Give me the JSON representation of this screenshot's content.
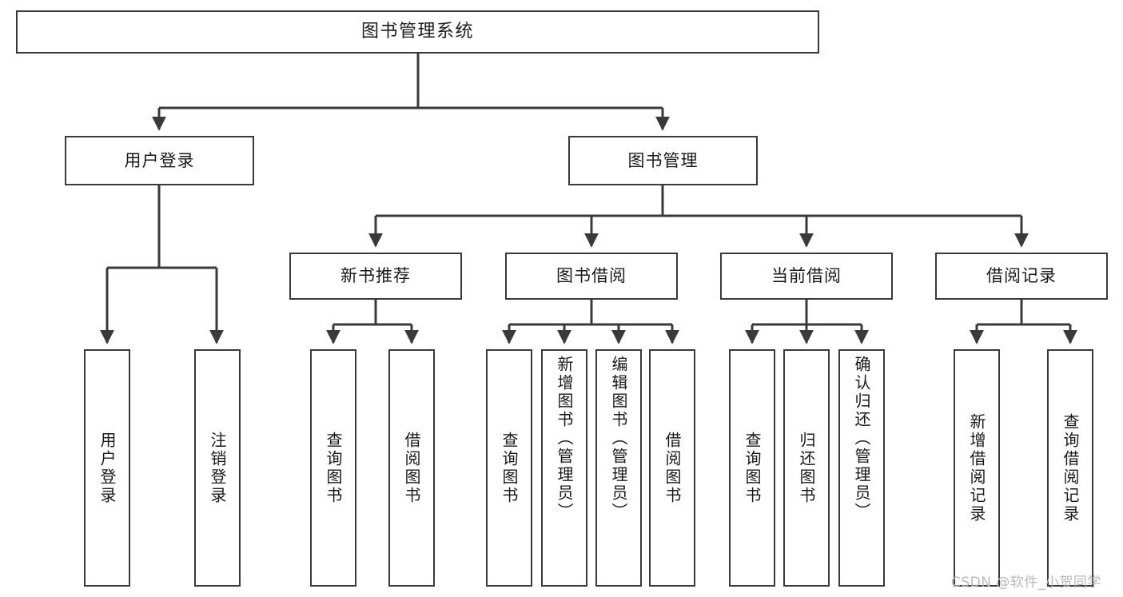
{
  "diagram": {
    "type": "tree-hierarchy-chart",
    "title": "图书管理系统",
    "line_color": "#3a3a3a",
    "box_fill": "#ffffff",
    "text_color": "#1a1a1a",
    "watermark": "CSDN @软件_小贺同学",
    "levels": [
      {
        "level": 1,
        "nodes": [
          {
            "id": "root",
            "label": "图书管理系统"
          }
        ]
      },
      {
        "level": 2,
        "nodes": [
          {
            "id": "login",
            "label": "用户登录",
            "parent": "root"
          },
          {
            "id": "bookmgmt",
            "label": "图书管理",
            "parent": "root"
          }
        ]
      },
      {
        "level": 3,
        "nodes": [
          {
            "id": "newbook",
            "label": "新书推荐",
            "parent": "bookmgmt"
          },
          {
            "id": "borrow",
            "label": "图书借阅",
            "parent": "bookmgmt"
          },
          {
            "id": "current",
            "label": "当前借阅",
            "parent": "bookmgmt"
          },
          {
            "id": "records",
            "label": "借阅记录",
            "parent": "bookmgmt"
          }
        ]
      },
      {
        "level": 4,
        "nodes": [
          {
            "id": "leaf1",
            "label": "用户登录",
            "parent": "login"
          },
          {
            "id": "leaf2",
            "label": "注销登录",
            "parent": "login"
          },
          {
            "id": "leaf3",
            "label": "查询图书",
            "parent": "newbook"
          },
          {
            "id": "leaf4",
            "label": "借阅图书",
            "parent": "newbook"
          },
          {
            "id": "leaf5",
            "label": "查询图书",
            "parent": "borrow"
          },
          {
            "id": "leaf6",
            "label": "新增图书（管理员）",
            "parent": "borrow"
          },
          {
            "id": "leaf7",
            "label": "编辑图书（管理员）",
            "parent": "borrow"
          },
          {
            "id": "leaf8",
            "label": "借阅图书",
            "parent": "borrow"
          },
          {
            "id": "leaf9",
            "label": "查询图书",
            "parent": "current"
          },
          {
            "id": "leaf10",
            "label": "归还图书",
            "parent": "current"
          },
          {
            "id": "leaf11",
            "label": "确认归还（管理员）",
            "parent": "current"
          },
          {
            "id": "leaf12",
            "label": "新增借阅记录",
            "parent": "records"
          },
          {
            "id": "leaf13",
            "label": "查询借阅记录",
            "parent": "records"
          }
        ]
      }
    ]
  }
}
